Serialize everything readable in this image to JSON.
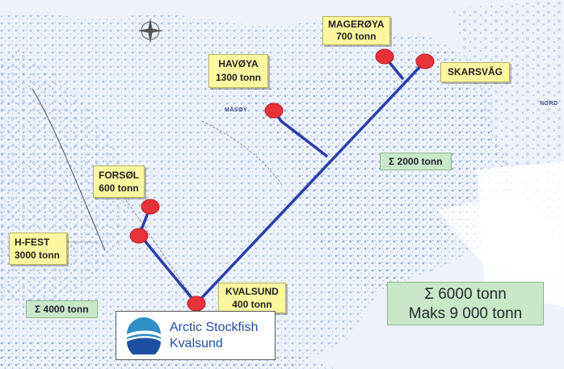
{
  "map": {
    "places": [
      {
        "id": "mageroya",
        "name": "MAGERØYA",
        "tonnage": "700 tonn"
      },
      {
        "id": "skarsvag",
        "name": "SKARSVÅG",
        "tonnage": ""
      },
      {
        "id": "havoya",
        "name": "HAVØYA",
        "tonnage": "1300 tonn"
      },
      {
        "id": "forsol",
        "name": "FORSØL",
        "tonnage": "600 tonn"
      },
      {
        "id": "hfest",
        "name": "H-FEST",
        "tonnage": "3000 tonn"
      },
      {
        "id": "kvalsund",
        "name": "KVALSUND",
        "tonnage": "400 tonn"
      }
    ],
    "sums": {
      "north": "Σ 2000 tonn",
      "south": "Σ 4000 tonn"
    },
    "total": {
      "line1": "Σ 6000 tonn",
      "line2": "Maks 9 000 tonn"
    },
    "map_labels": {
      "masoy": "MÅSØY",
      "nord": "NORD"
    },
    "colors": {
      "route": "#2c3ea8",
      "marker": "#e8323a",
      "land_texture": "#9fb8dc",
      "label_bg": "#fbf7a0",
      "sum_bg": "#c9e8c9"
    }
  },
  "logo": {
    "name": "Arctic Stockfish",
    "place": "Kvalsund"
  }
}
